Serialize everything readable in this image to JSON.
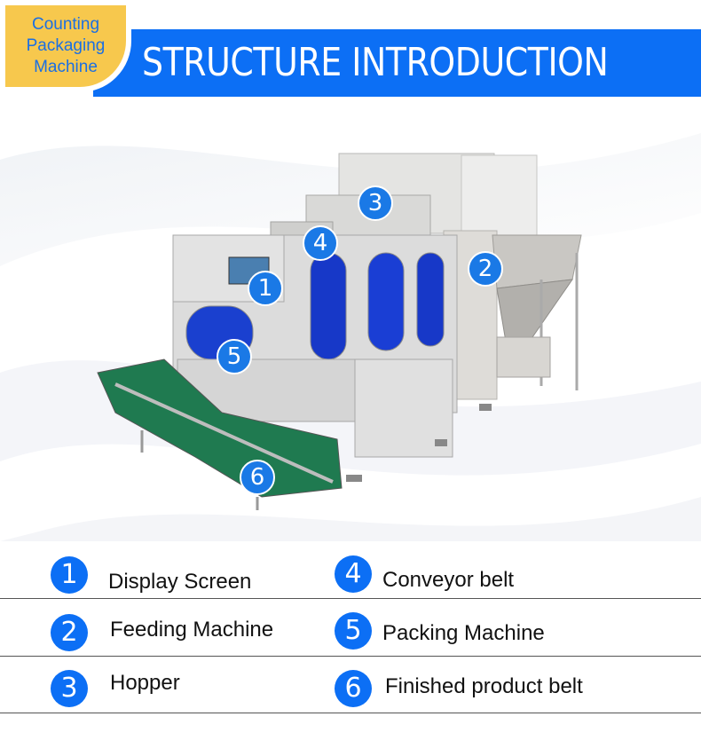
{
  "badge": {
    "line1": "Counting",
    "line2": "Packaging",
    "line3": "Machine"
  },
  "header": {
    "title": "STRUCTURE INTRODUCTION"
  },
  "markers": [
    "1",
    "2",
    "3",
    "4",
    "5",
    "6"
  ],
  "legend": {
    "items": [
      {
        "num": "1",
        "label": "Display Screen"
      },
      {
        "num": "2",
        "label": "Feeding Machine"
      },
      {
        "num": "3",
        "label": "Hopper"
      },
      {
        "num": "4",
        "label": "Conveyor belt"
      },
      {
        "num": "5",
        "label": "Packing Machine"
      },
      {
        "num": "6",
        "label": "Finished product belt"
      }
    ]
  },
  "colors": {
    "accent": "#0c6ff5",
    "badge": "#f7c84d",
    "belt": "#1f7a50",
    "window": "#1738c8"
  }
}
